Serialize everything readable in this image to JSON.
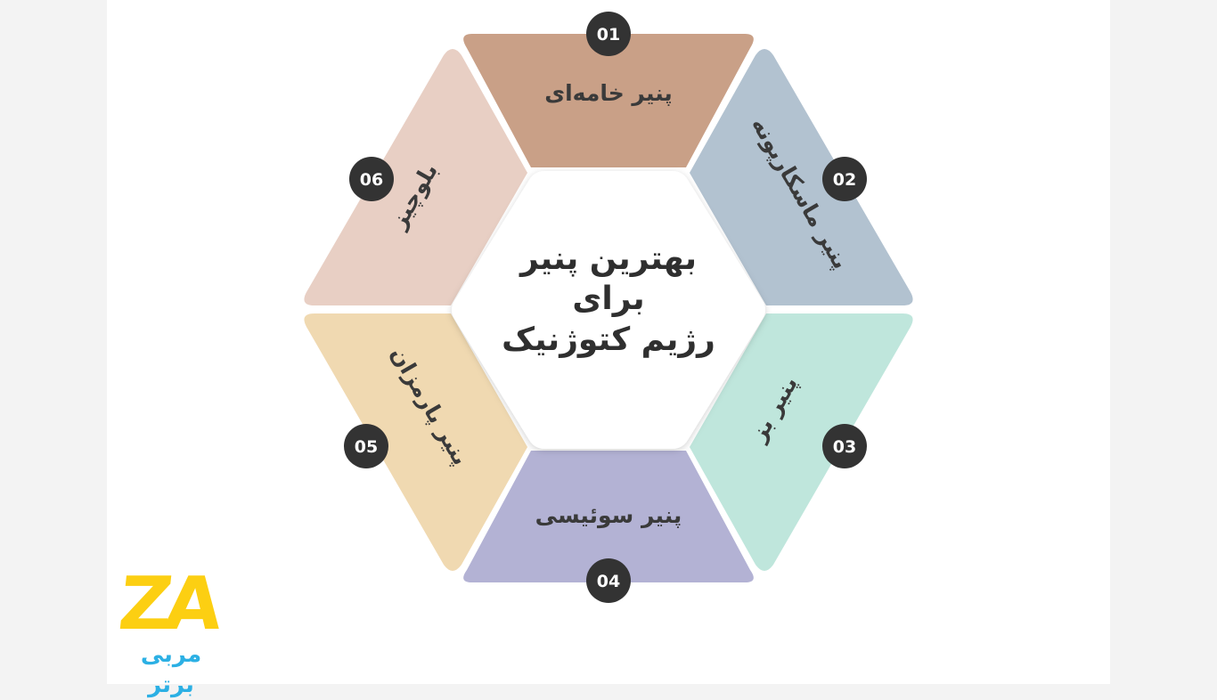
{
  "center": {
    "lines": [
      "بهترین پنیر",
      "برای",
      "رژیم کتوژنیک"
    ]
  },
  "segments": [
    {
      "number": "01",
      "label": "پنیر خامه‌ای",
      "color": "#c9a087"
    },
    {
      "number": "02",
      "label": "پنیر ماسکارپونه",
      "color": "#b2c2d0"
    },
    {
      "number": "03",
      "label": "پنیر بز",
      "color": "#bfe6dc"
    },
    {
      "number": "04",
      "label": "پنیر سوئیسی",
      "color": "#b3b2d4"
    },
    {
      "number": "05",
      "label": "پنیر پارمزان",
      "color": "#f0d9b1"
    },
    {
      "number": "06",
      "label": "بلوچیز",
      "color": "#e8cfc4"
    }
  ],
  "badge_color": "#333333",
  "logo": {
    "mark": "ZA",
    "subtitle": "مربی برتر",
    "colors": {
      "mark": "#fccf12",
      "subtitle": "#2cb0e4"
    }
  }
}
